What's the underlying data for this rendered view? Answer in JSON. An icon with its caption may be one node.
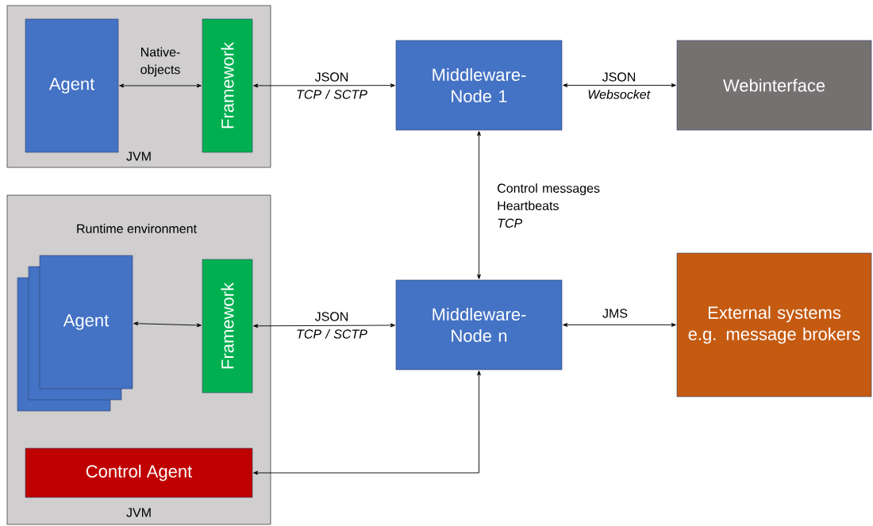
{
  "diagram": {
    "nodes": [
      {
        "text": [
          "JVM"
        ]
      },
      {
        "text": [
          "Agent"
        ],
        "in": 0
      },
      {
        "text": [
          "Framework"
        ],
        "in": 0
      },
      {
        "text": [
          "Middleware- Node 1"
        ]
      },
      {
        "text": [
          "Webinterface"
        ]
      },
      {
        "text": [
          "Runtime environment",
          "JVM"
        ]
      },
      {
        "text": [
          "Agent"
        ],
        "in": 5
      },
      {
        "text": [
          "Framework"
        ],
        "in": 5
      },
      {
        "text": [
          "Control Agent"
        ],
        "in": 5
      },
      {
        "text": [
          "Middleware- Node n"
        ]
      },
      {
        "text": [
          "External systems e.g. message brokers"
        ]
      }
    ],
    "edges": [
      {
        "from": 1,
        "to": 2,
        "arrow": "both",
        "label": "Native- objects"
      },
      {
        "from": 2,
        "to": 3,
        "arrow": "both",
        "label": "JSON *TCP / SCTP*"
      },
      {
        "from": 3,
        "to": 4,
        "arrow": "both",
        "label": "JSON *Websocket*"
      },
      {
        "from": 3,
        "to": 9,
        "arrow": "both",
        "label": "Control messages Heartbeats *TCP*"
      },
      {
        "from": 6,
        "to": 7,
        "arrow": "both"
      },
      {
        "from": 7,
        "to": 9,
        "arrow": "both",
        "label": "JSON *TCP / SCTP*"
      },
      {
        "from": 9,
        "to": 10,
        "arrow": "both",
        "label": "JMS"
      },
      {
        "from": 9,
        "to": 8,
        "arrow": "both"
      }
    ]
  }
}
